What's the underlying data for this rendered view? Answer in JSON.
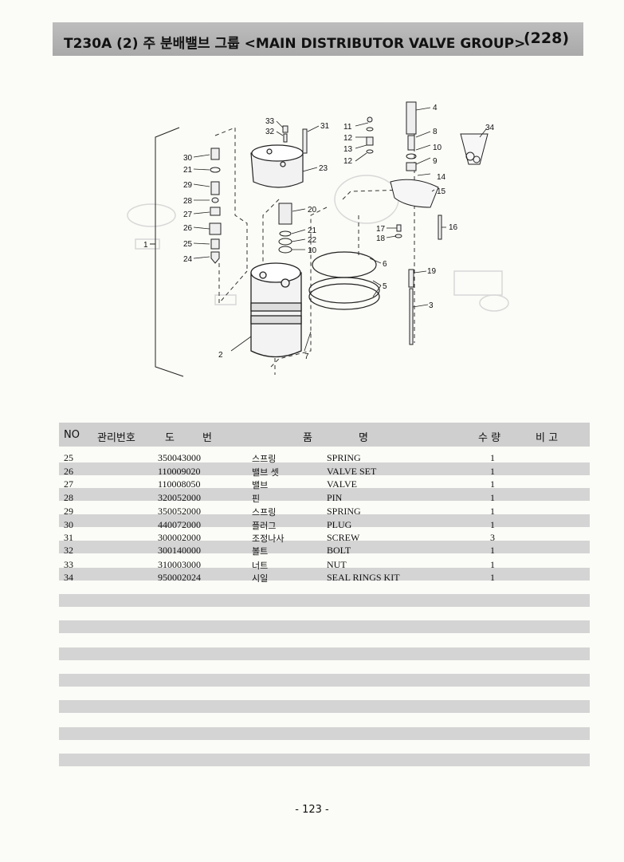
{
  "header": {
    "title": "T230A (2) 주 분배밸브 그룹 <MAIN DISTRIBUTOR VALVE GROUP>",
    "page_code": "(228)"
  },
  "diagram": {
    "callouts": [
      "1",
      "2",
      "3",
      "4",
      "5",
      "6",
      "7",
      "8",
      "9",
      "10",
      "10",
      "11",
      "12",
      "12",
      "13",
      "14",
      "15",
      "16",
      "17",
      "18",
      "19",
      "20",
      "21",
      "21",
      "22",
      "23",
      "24",
      "25",
      "26",
      "27",
      "28",
      "29",
      "30",
      "31",
      "32",
      "33",
      "34"
    ]
  },
  "table": {
    "headers": {
      "no": "NO",
      "mgmt": "관리번호",
      "drawing_1": "도",
      "drawing_2": "번",
      "name_1": "품",
      "name_2": "명",
      "qty": "수 량",
      "remark": "비 고"
    },
    "rows": [
      {
        "no": "25",
        "code": "350043000",
        "kr": "스프링",
        "en": "SPRING",
        "qty": "1"
      },
      {
        "no": "26",
        "code": "110009020",
        "kr": "밸브 셋",
        "en": "VALVE SET",
        "qty": "1"
      },
      {
        "no": "27",
        "code": "110008050",
        "kr": "밸브",
        "en": "VALVE",
        "qty": "1"
      },
      {
        "no": "28",
        "code": "320052000",
        "kr": "핀",
        "en": "PIN",
        "qty": "1"
      },
      {
        "no": "29",
        "code": "350052000",
        "kr": "스프링",
        "en": "SPRING",
        "qty": "1"
      },
      {
        "no": "30",
        "code": "440072000",
        "kr": "플러그",
        "en": "PLUG",
        "qty": "1"
      },
      {
        "no": "31",
        "code": "300002000",
        "kr": "조정나사",
        "en": "SCREW",
        "qty": "3"
      },
      {
        "no": "32",
        "code": "300140000",
        "kr": "볼트",
        "en": "BOLT",
        "qty": "1"
      },
      {
        "no": "33",
        "code": "310003000",
        "kr": "너트",
        "en": "NUT",
        "qty": "1"
      },
      {
        "no": "34",
        "code": "950002024",
        "kr": "시일",
        "en": "SEAL RINGS KIT",
        "qty": "1"
      }
    ]
  },
  "footer": {
    "page_number": "- 123 -"
  }
}
